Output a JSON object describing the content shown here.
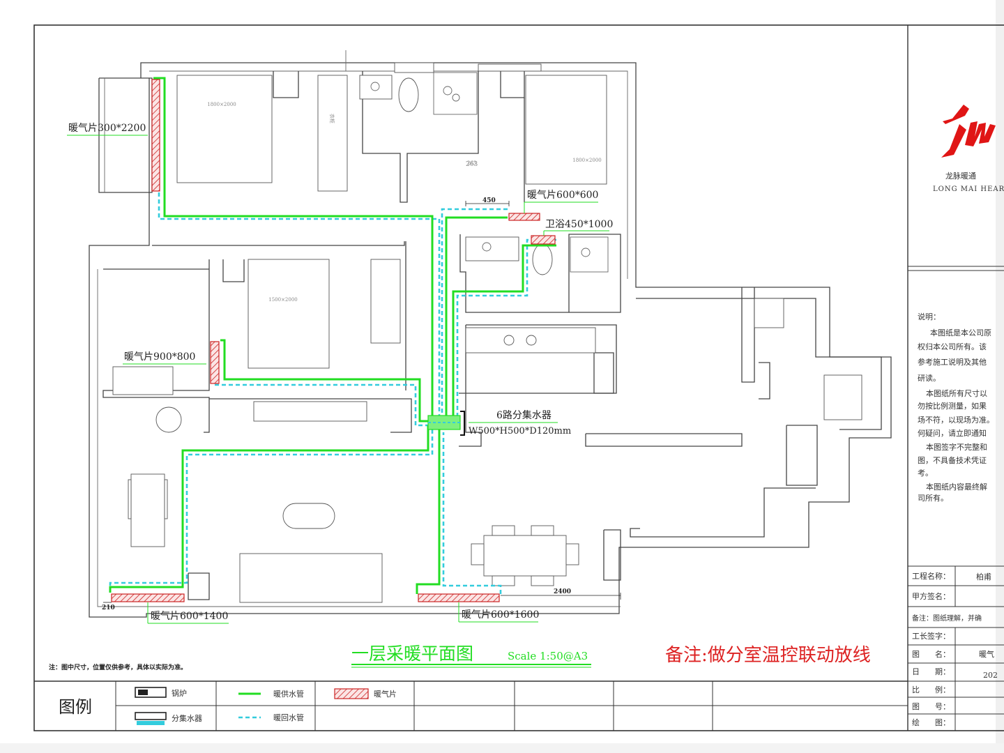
{
  "drawing": {
    "title": "一层采暖平面图",
    "scale": "Scale 1:50@A3",
    "remark": "备注:做分室温控联动放线",
    "footnote": "注：图中尺寸，位置仅供参考，具体以实际为准。",
    "colors": {
      "supply": "#22dd22",
      "return": "#33ccdd",
      "radiator": "#cc2222",
      "remark": "#dd2222"
    }
  },
  "labels": {
    "rad_300_2200": "暖气片300*2200",
    "rad_600_600": "暖气片600*600",
    "rad_bath": "卫浴450*1000",
    "rad_900_800": "暖气片900*800",
    "manifold": "6路分集水器",
    "manifold_size": "W500*H500*D120mm",
    "rad_600_1400": "暖气片600*1400",
    "rad_600_1600": "暖气片600*1600"
  },
  "dims": {
    "d450": "450",
    "d263": "263",
    "d2400": "2400",
    "d210": "210"
  },
  "legend": {
    "heading": "图例",
    "boiler": "锅炉",
    "manifold": "分集水器",
    "supply": "暖供水管",
    "return": "暖回水管",
    "radiator": "暖气片"
  },
  "titleblock": {
    "company_cn": "龙脉暖通",
    "company_en": "LONG MAI HEARTI",
    "notes_heading": "说明：",
    "notes": [
      "本图纸是本公司原",
      "权归本公司所有。该",
      "参考施工说明及其他",
      "研读。",
      "本图纸所有尺寸以",
      "勿按比例测量，如果",
      "场不符，以现场为准。",
      "何疑问，请立即通知",
      "本图签字不完整和",
      "图，不具备技术凭证",
      "考。",
      "本图纸内容最终解",
      "司所有。"
    ],
    "rows": [
      {
        "label": "工程名称：",
        "value": "柏甫"
      },
      {
        "label": "甲方签名：",
        "value": ""
      },
      {
        "label": "备注：图纸理解，并确",
        "value": ""
      },
      {
        "label": "工长签字：",
        "value": ""
      },
      {
        "label": "图　　名：",
        "value": "暖气"
      },
      {
        "label": "日　　期：",
        "value": "202"
      },
      {
        "label": "比　　例：",
        "value": ""
      },
      {
        "label": "图　　号：",
        "value": ""
      },
      {
        "label": "绘　　图：",
        "value": ""
      }
    ]
  }
}
